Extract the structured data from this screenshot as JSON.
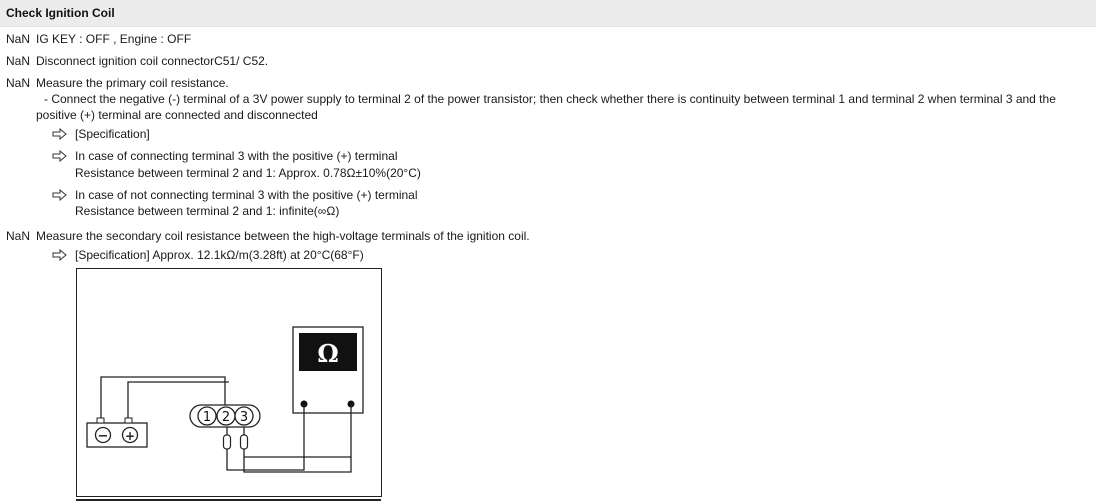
{
  "header": {
    "title": "Check Ignition Coil"
  },
  "steps": [
    {
      "num": "NaN",
      "text": "IG KEY : OFF , Engine : OFF"
    },
    {
      "num": "NaN",
      "text": "Disconnect ignition coil connectorC51/ C52."
    },
    {
      "num": "NaN",
      "text": "Measure the primary coil resistance.",
      "detail": [
        "- Connect the negative (-) terminal of a 3V power supply to terminal 2 of the power transistor; then check whether there is continuity between terminal 1 and terminal 2 when terminal 3 and the",
        "positive (+) terminal are connected and disconnected"
      ],
      "specs": [
        {
          "lines": [
            "[Specification]"
          ]
        },
        {
          "lines": [
            "In case of connecting terminal 3 with the positive (+) terminal",
            "Resistance between terminal 2 and 1: Approx. 0.78Ω±10%(20°C)"
          ]
        },
        {
          "lines": [
            "In case of not connecting terminal 3 with the positive (+) terminal",
            "Resistance between terminal 2 and 1: infinite(∞Ω)"
          ]
        }
      ]
    },
    {
      "num": "NaN",
      "text": "Measure the secondary coil resistance between the high-voltage terminals of the ignition coil.",
      "specs": [
        {
          "lines": [
            "[Specification] Approx. 12.1kΩ/m(3.28ft) at 20°C(68°F)"
          ]
        }
      ]
    }
  ],
  "figure": {
    "meter_symbol": "Ω",
    "battery_minus": "−",
    "battery_plus": "+",
    "terminals": [
      "1",
      "2",
      "3"
    ],
    "icons": [
      "ohmmeter-icon",
      "battery-icon",
      "connector-icon",
      "probe-icon"
    ]
  }
}
